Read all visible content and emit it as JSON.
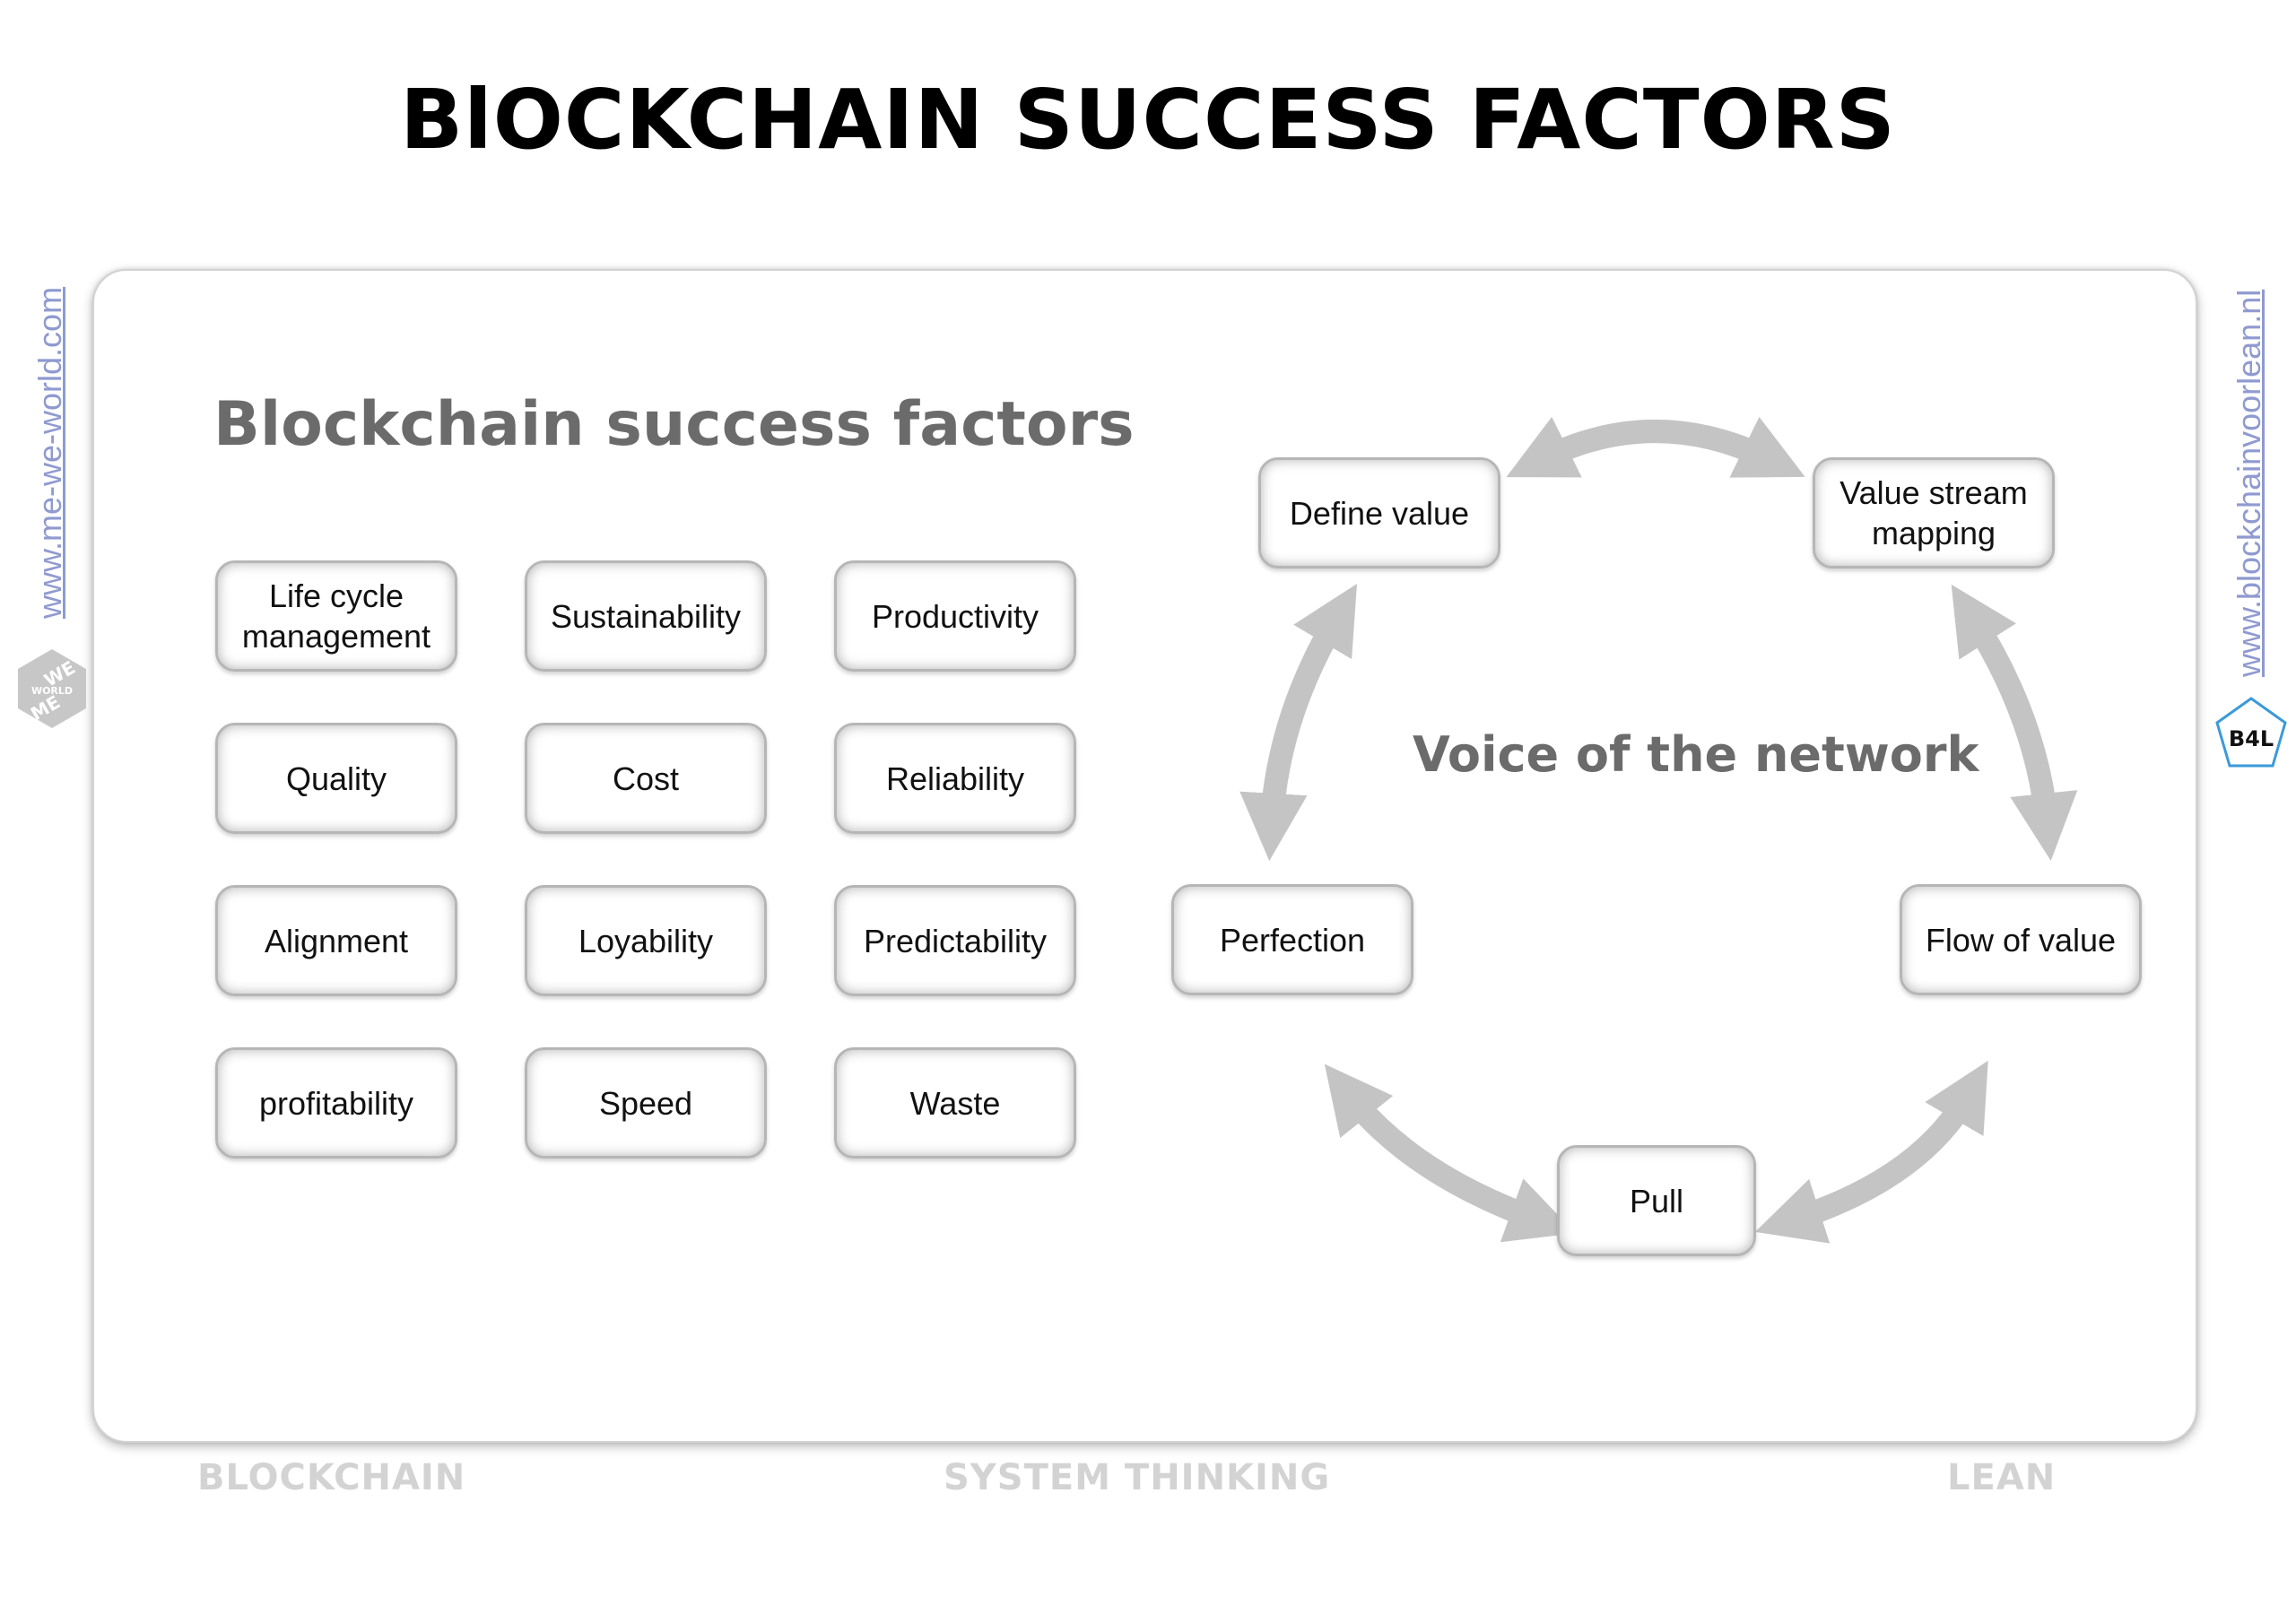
{
  "title": "BlOCKCHAIN SUCCESS FACTORS",
  "subtitle": "Blockchain success factors",
  "factors": [
    "Life cycle management",
    "Sustainability",
    "Productivity",
    "Quality",
    "Cost",
    "Reliability",
    "Alignment",
    "Loyability",
    "Predictability",
    "profitability",
    "Speed",
    "Waste"
  ],
  "cycle": {
    "center_label": "Voice of the network",
    "define_value": "Define value",
    "value_stream": "Value stream mapping",
    "flow": "Flow of value",
    "pull": "Pull",
    "perfection": "Perfection"
  },
  "footer": {
    "left": "BLOCKCHAIN",
    "center": "SYSTEM THINKING",
    "right": "LEAN"
  },
  "side": {
    "left_url": "www.me-we-world.com",
    "right_url": "www.blockchainvoorlean.nl",
    "left_logo_top": "WE",
    "left_logo_mid": "WORLD",
    "left_logo_bottom": "ME",
    "right_logo_text": "B4L"
  },
  "colors": {
    "title": "#000000",
    "subtitle": "#6b6b6b",
    "arrow": "#c4c4c4",
    "footer": "#d3d3d3",
    "link": "#8f9ad0",
    "logo_blue": "#3a9ad9"
  }
}
